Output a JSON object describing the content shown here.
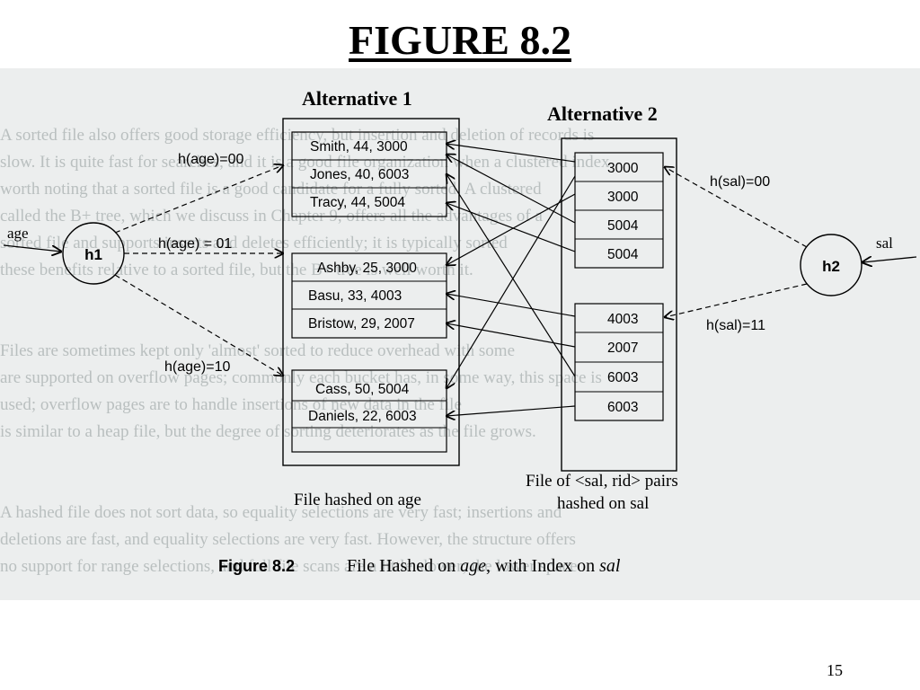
{
  "slide": {
    "title": "FIGURE 8.2",
    "page_number": "15"
  },
  "figure": {
    "alternative1_label": "Alternative 1",
    "alternative2_label": "Alternative 2",
    "age_label": "age",
    "sal_label": "sal",
    "h1_label": "h1",
    "h2_label": "h2",
    "hash_age_bucket0": "h(age)=00",
    "hash_age_bucket1": "h(age) = 01",
    "hash_age_bucket2": "h(age)=10",
    "hash_sal_bucket0": "h(sal)=00",
    "hash_sal_bucket1": "h(sal)=11",
    "data_file_caption": "File hashed on age",
    "index_file_caption_line1": "File of <sal, rid> pairs",
    "index_file_caption_line2": "hashed on sal",
    "figure_number": "Figure 8.2",
    "figure_caption_part1": "File Hashed on ",
    "figure_caption_age": "age",
    "figure_caption_part2": ", with Index on ",
    "figure_caption_sal": "sal",
    "data_buckets": [
      [
        "Smith, 44, 3000",
        "Jones, 40, 6003",
        "Tracy, 44, 5004"
      ],
      [
        "Ashby, 25, 3000",
        "Basu, 33, 4003",
        "Bristow, 29, 2007"
      ],
      [
        "Cass, 50, 5004",
        "Daniels, 22, 6003"
      ]
    ],
    "index_buckets": [
      [
        "3000",
        "3000",
        "5004",
        "5004"
      ],
      [
        "4003",
        "2007",
        "6003",
        "6003"
      ]
    ]
  }
}
